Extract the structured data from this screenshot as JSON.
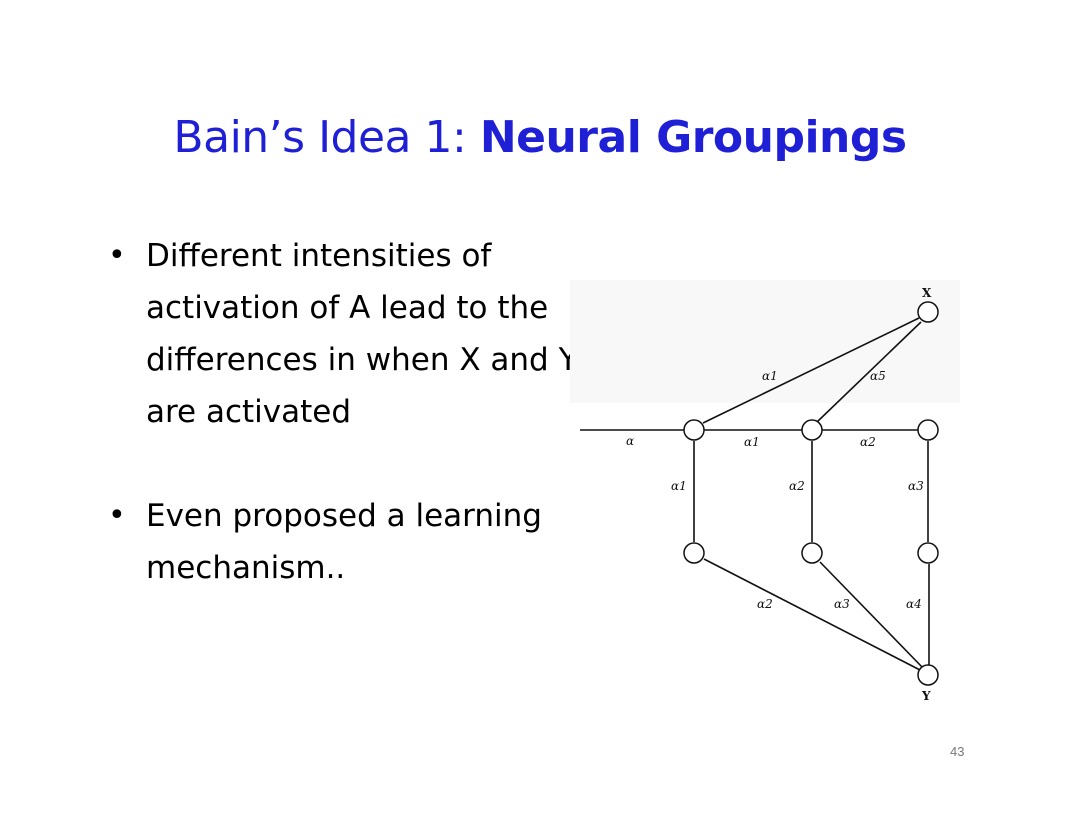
{
  "slide": {
    "title_prefix": "Bain’s Idea 1: ",
    "title_bold": "Neural Groupings",
    "bullets": [
      "Different intensities of activation of A lead to the differences in when X and Y are activated",
      "Even proposed a learning mechanism.."
    ],
    "page_number": "43"
  },
  "diagram": {
    "nodes": {
      "top": "X",
      "bottom": "Y"
    },
    "edge_labels": {
      "input": "α",
      "upper_left": "α1",
      "upper_right": "α5",
      "middle_1": "α1",
      "middle_2": "α2",
      "vertical_1": "α1",
      "vertical_2": "α2",
      "vertical_3": "α3",
      "lower_1": "α2",
      "lower_2": "α3",
      "lower_3": "α4"
    }
  },
  "colors": {
    "title": "#1f1fd6",
    "text": "#000000",
    "page_number": "#777777"
  }
}
